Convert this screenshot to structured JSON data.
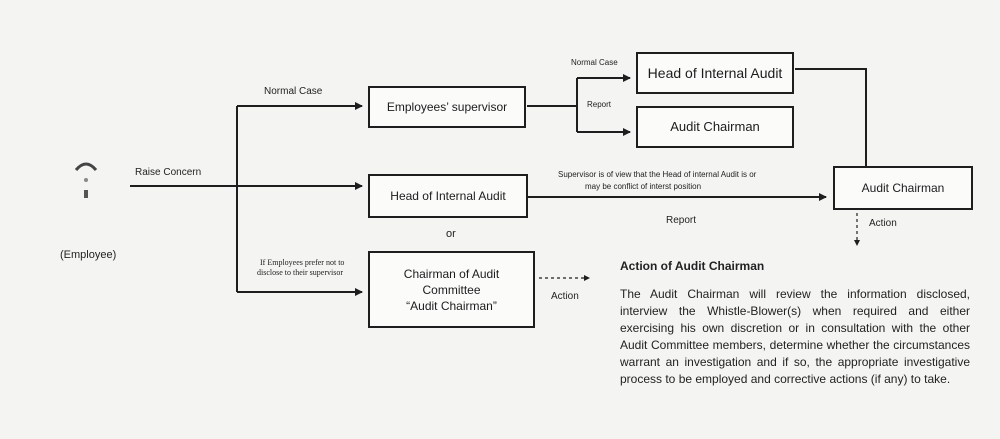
{
  "actor": {
    "label": "(Employee)"
  },
  "flow_labels": {
    "raise_concern": "Raise Concern",
    "normal_case_1": "Normal Case",
    "normal_case_2": "Normal Case",
    "report_1": "Report",
    "report_2": "Report",
    "supervisor_note_line1": "Supervisor is of view that the Head of internal Audit is or",
    "supervisor_note_line2": "may be conflict of interst position",
    "or": "or",
    "pref_line1": "If Employees prefer not to",
    "pref_line2": "disclose to their supervisor",
    "action_1": "Action",
    "action_2": "Action"
  },
  "boxes": {
    "employees_supervisor": "Employees’ supervisor",
    "head_internal_audit_mid": "Head of Internal Audit",
    "chairman_line1": "Chairman of Audit",
    "chairman_line2": "Committee",
    "chairman_line3": "“Audit Chairman”",
    "head_internal_audit_top": "Head of Internal Audit",
    "audit_chairman_top": "Audit Chairman",
    "audit_chairman_right": "Audit Chairman"
  },
  "action_section": {
    "title": "Action of Audit Chairman",
    "body": "The Audit Chairman will review the information disclosed, interview the Whistle-Blower(s) when required and either exercising his own discretion or in consultation with the other Audit Committee members, determine whether the circumstances warrant an investigation and if so, the appropriate investigative process to be employed and corrective actions (if any) to take."
  }
}
